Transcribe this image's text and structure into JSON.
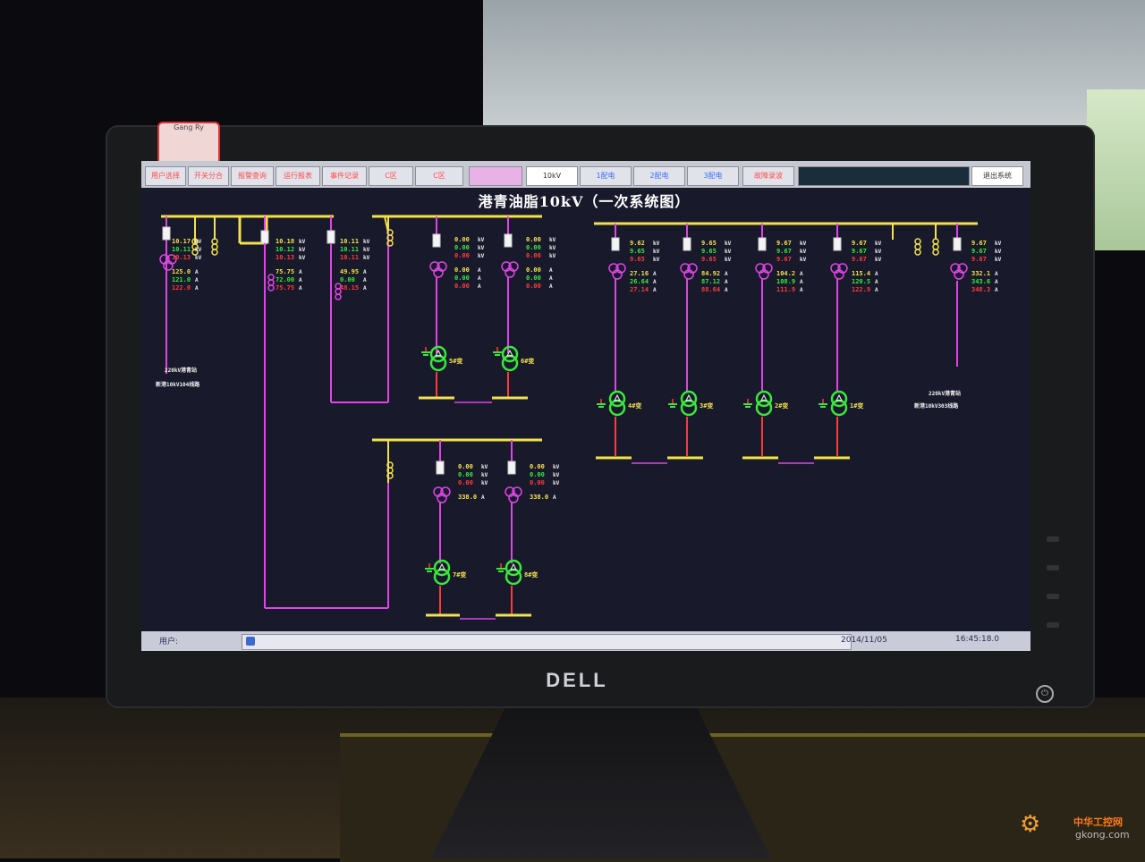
{
  "menu": {
    "items": [
      {
        "label": "用户选择",
        "style": "red"
      },
      {
        "label": "开关分合",
        "style": "red"
      },
      {
        "label": "报警查询",
        "style": "red"
      },
      {
        "label": "运行报表",
        "style": "red"
      },
      {
        "label": "事件记录",
        "style": "red"
      },
      {
        "label": "C区",
        "style": "red"
      },
      {
        "label": "C区",
        "style": "red"
      },
      {
        "label": "",
        "style": "pink"
      },
      {
        "label": "10kV",
        "style": "white"
      },
      {
        "label": "1配电",
        "style": "blue"
      },
      {
        "label": "2配电",
        "style": "blue"
      },
      {
        "label": "3配电",
        "style": "blue"
      },
      {
        "label": "故障录波",
        "style": "red"
      },
      {
        "label": "",
        "style": "dark"
      }
    ],
    "right_button": "退出系统"
  },
  "title": "港青油脂10kV（一次系统图）",
  "units": {
    "kv": "kV",
    "amp": "A"
  },
  "feeders_left": [
    {
      "v": [
        "10.17",
        "10.11",
        "10.13"
      ],
      "a": [
        "125.0",
        "121.0",
        "122.0"
      ]
    },
    {
      "v": [
        "10.18",
        "10.12",
        "10.13"
      ],
      "a": [
        "75.75",
        "72.00",
        "75.75"
      ]
    },
    {
      "v": [
        "10.11",
        "10.11",
        "10.11"
      ],
      "a": [
        "49.95",
        "0.00",
        "48.15"
      ]
    },
    {
      "v": [
        "0.00",
        "0.00",
        "0.00"
      ],
      "a": [
        "0.00",
        "0.00",
        "0.00"
      ]
    },
    {
      "v": [
        "0.00",
        "0.00",
        "0.00"
      ],
      "a": [
        "0.00",
        "0.00",
        "0.00"
      ]
    }
  ],
  "feeders_right": [
    {
      "v": [
        "9.62",
        "9.65",
        "9.65"
      ],
      "a": [
        "27.16",
        "26.64",
        "27.14"
      ]
    },
    {
      "v": [
        "9.65",
        "9.65",
        "9.65"
      ],
      "a": [
        "84.92",
        "87.12",
        "88.64"
      ]
    },
    {
      "v": [
        "9.67",
        "9.67",
        "9.67"
      ],
      "a": [
        "104.2",
        "108.9",
        "111.9"
      ]
    },
    {
      "v": [
        "9.67",
        "9.67",
        "9.67"
      ],
      "a": [
        "115.4",
        "120.5",
        "122.9"
      ]
    },
    {
      "v": [
        "9.67",
        "9.67",
        "9.67"
      ],
      "a": [
        "332.1",
        "343.6",
        "348.3"
      ]
    }
  ],
  "feeders_bottom": [
    {
      "v": [
        "0.00",
        "0.00",
        "0.00"
      ],
      "a": [
        "338.0"
      ]
    },
    {
      "v": [
        "0.00",
        "0.00",
        "0.00"
      ],
      "a": [
        "338.0"
      ]
    }
  ],
  "transformers": {
    "upper": [
      "5#变",
      "6#变"
    ],
    "right": [
      "4#变",
      "3#变",
      "2#变",
      "1#变"
    ],
    "lower": [
      "7#变",
      "8#变"
    ]
  },
  "incoming": {
    "left": {
      "line1": "220kV港青站",
      "line2": "新港10kV104线路"
    },
    "right": {
      "line1": "220kV港青站",
      "line2": "新港10kV303线路"
    }
  },
  "status": {
    "user": "用户:",
    "date": "2014/11/05",
    "time": "16:45:18.0"
  },
  "brand": "DELL",
  "sticker": "Gang Ry",
  "watermark": {
    "cn": "中华工控网",
    "url": "gkong.com"
  },
  "colors": {
    "bus": "#f2e34a",
    "line": "#e044e6",
    "green": "#39e83a",
    "red": "#ff3a3a",
    "yellow": "#f2e34a",
    "white": "#f2f2f2"
  }
}
